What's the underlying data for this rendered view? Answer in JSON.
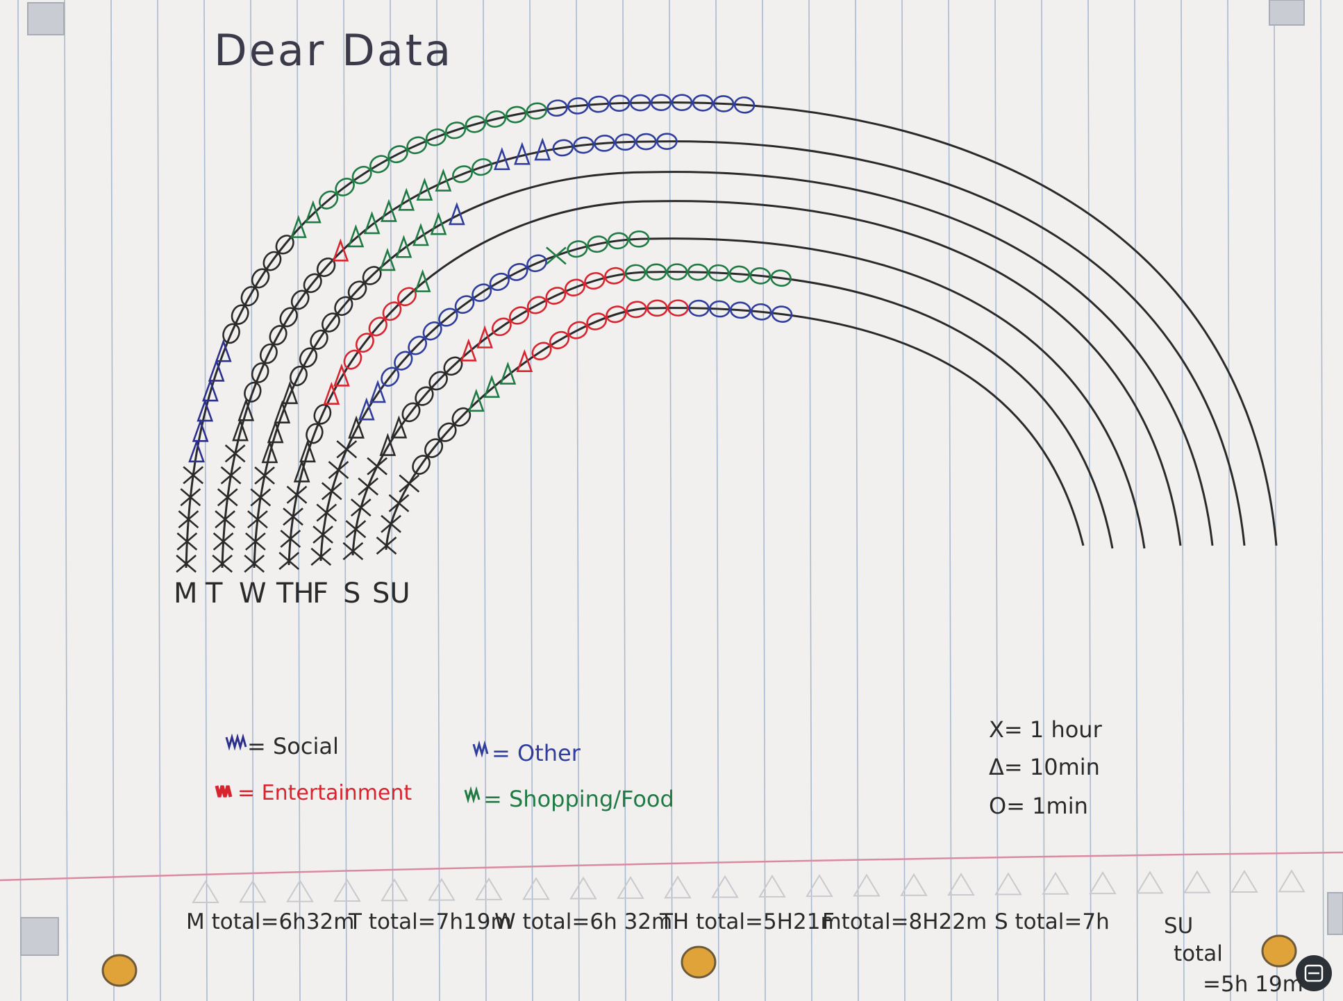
{
  "title": "Dear Data",
  "day_labels": [
    "M",
    "T",
    "W",
    "TH",
    "F",
    "S",
    "SU"
  ],
  "legend": {
    "social": "= Social",
    "entertainment": "= Entertainment",
    "other": "= Other",
    "shopping_food": "= Shopping/Food"
  },
  "key": {
    "hour": "X= 1 hour",
    "ten_min": "Δ= 10min",
    "one_min": "O= 1min"
  },
  "totals": {
    "mon": "M total=6h32m",
    "tue": "T total=7h19m",
    "wed": "W total=6h 32m",
    "thu": "TH total=5H21m",
    "fri": "F total=8H22m",
    "sat": "S total=7h",
    "sun_label": "SU",
    "sun_total": "total",
    "sun_value": "=5h 19m"
  },
  "colors": {
    "paper": "#f1f0ee",
    "rule_line": "#a9b9cf",
    "margin_line": "#d98aa0",
    "ink_black": "#2a2a2a",
    "social": "#2d2f8e",
    "entertainment": "#d8242f",
    "other": "#2f3d9c",
    "shopping_food": "#1f7a43"
  },
  "icons": [
    "corner-marker-icon",
    "punch-hole-icon",
    "scan-icon"
  ]
}
